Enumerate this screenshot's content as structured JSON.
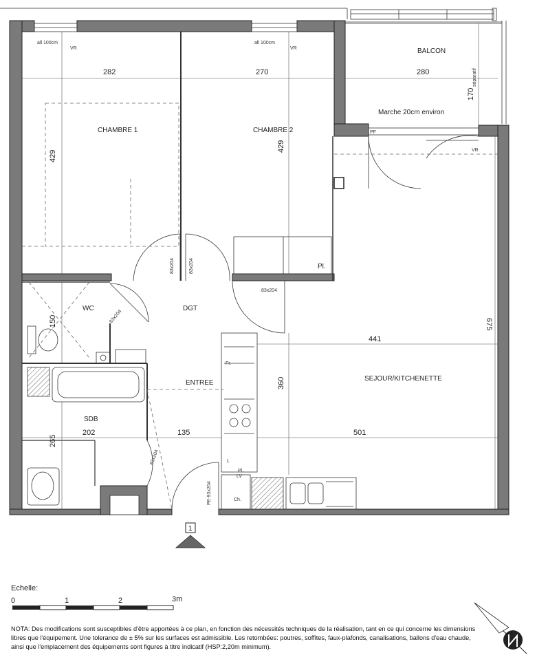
{
  "rooms": {
    "balcon": "BALCON",
    "chambre1": "CHAMBRE 1",
    "chambre2": "CHAMBRE 2",
    "wc": "WC",
    "dgt": "DGT",
    "entree": "ENTREE",
    "sdb": "SDB",
    "sejour": "SEJOUR/KITCHENETTE"
  },
  "dimensions": {
    "ch1_width": "282",
    "ch2_width": "270",
    "balcon_width": "280",
    "balcon_depth": "170",
    "ch1_depth": "429",
    "ch2_depth": "429",
    "sejour_width_top": "441",
    "sejour_width_bottom": "501",
    "sejour_depth": "675",
    "kitchen_depth": "360",
    "wc_depth": "150",
    "sdb_width": "202",
    "entree_width": "135",
    "sdb_depth": "265"
  },
  "annotations": {
    "marche": "Marche 20cm environ",
    "window_all_1": "all 100cm",
    "window_all_2": "all 100cm",
    "vr1": "VR",
    "vr2": "VR",
    "vr3": "VR",
    "pf": "PF",
    "separatif": "séparatif",
    "door_1": "83x204",
    "door_2": "83x204",
    "door_3": "83x204",
    "door_4": "83x204",
    "door_5": "83x204",
    "door_entry": "PE-93x204",
    "pl1": "Pl.",
    "pl2": "Pl.",
    "fr": "Fr.",
    "lv": "LV",
    "ch": "Ch.",
    "l": "L",
    "entry_marker": "1"
  },
  "scale": {
    "title": "Echelle:",
    "ticks": [
      "0",
      "1",
      "2",
      "3m"
    ]
  },
  "note": "NOTA: Des modifications sont susceptibles d'être apportées à ce plan, en fonction des nécessités techniques de la réalisation, tant en ce qui concerne les dimensions libres que l'équipement. Une tolerance de  ± 5% sur les surfaces est admissible. Les retombées: poutres, soffites, faux-plafonds, canalisations, ballons d'eau chaude, ainsi que l'emplacement des équipements sont figures à titre indicatif (HSP:2,20m minimum).",
  "colors": {
    "wall": "#7a7a7a",
    "line": "#333333"
  },
  "icons": {
    "north": "north-arrow-icon"
  }
}
